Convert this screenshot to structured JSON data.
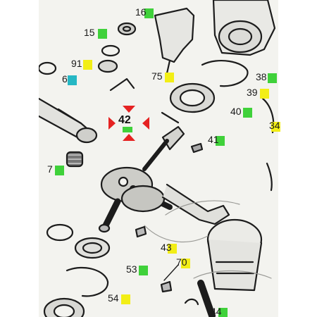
{
  "diagram": {
    "colors": {
      "green": "#3fd13a",
      "yellow": "#f2ee16",
      "teal": "#25b7c4",
      "red": "#e52222",
      "ink": "#1c1c1c",
      "paper": "#f3f3ef"
    },
    "callouts": [
      {
        "id": "16",
        "text": "16",
        "swatch": "green"
      },
      {
        "id": "15",
        "text": "15",
        "swatch": "green"
      },
      {
        "id": "91",
        "text": "91",
        "swatch": "yellow"
      },
      {
        "id": "6",
        "text": "6",
        "swatch": "teal"
      },
      {
        "id": "75",
        "text": "75",
        "swatch": "yellow"
      },
      {
        "id": "38",
        "text": "38",
        "swatch": "green"
      },
      {
        "id": "39",
        "text": "39",
        "swatch": "yellow"
      },
      {
        "id": "40",
        "text": "40",
        "swatch": "green"
      },
      {
        "id": "34",
        "text": "34",
        "swatch": "yellow"
      },
      {
        "id": "41",
        "text": "41",
        "swatch": "green"
      },
      {
        "id": "7",
        "text": "7",
        "swatch": "green"
      },
      {
        "id": "43",
        "text": "43",
        "swatch": "yellow"
      },
      {
        "id": "70",
        "text": "70",
        "swatch": "yellow"
      },
      {
        "id": "53",
        "text": "53",
        "swatch": "green"
      },
      {
        "id": "54",
        "text": "54",
        "swatch": "yellow"
      },
      {
        "id": "44",
        "text": "44",
        "swatch": "green"
      }
    ],
    "highlight": {
      "text": "42",
      "icon": "four-arrows-target-icon"
    }
  }
}
